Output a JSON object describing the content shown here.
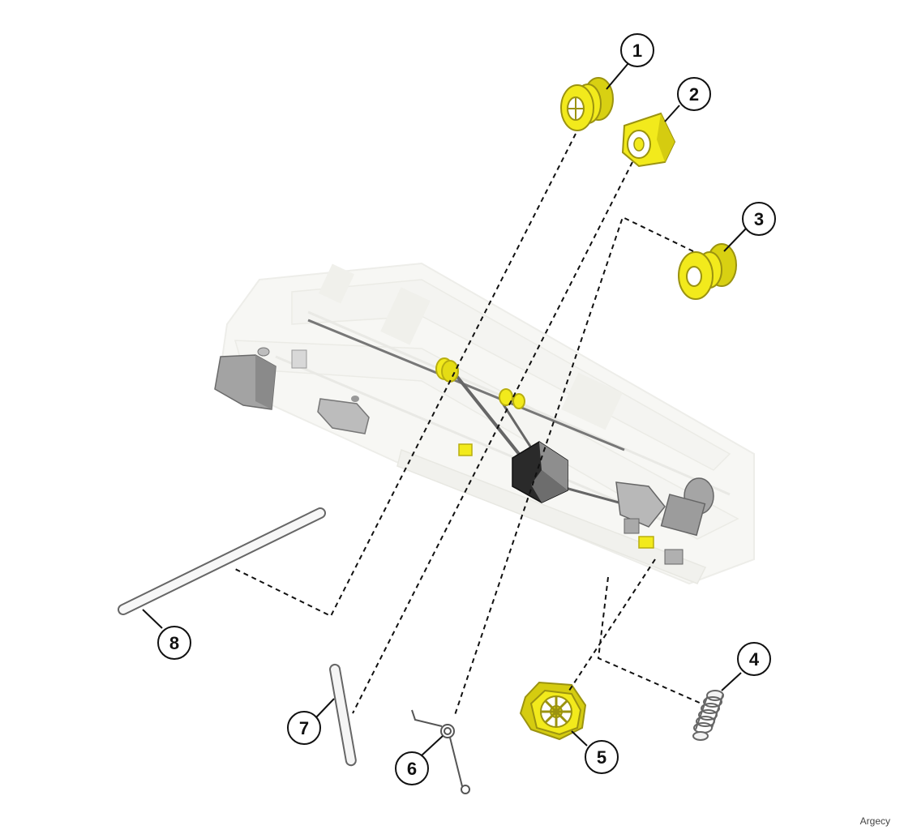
{
  "watermark": "Argecy",
  "callouts": [
    "1",
    "2",
    "3",
    "4",
    "5",
    "6",
    "7",
    "8"
  ],
  "colors": {
    "part_highlight": "#f2ea1c",
    "part_shadow": "#b8ae10",
    "assembly_ghost": "#e8e8e2",
    "motor_gray": "#9a9a9a",
    "line": "#111111"
  }
}
